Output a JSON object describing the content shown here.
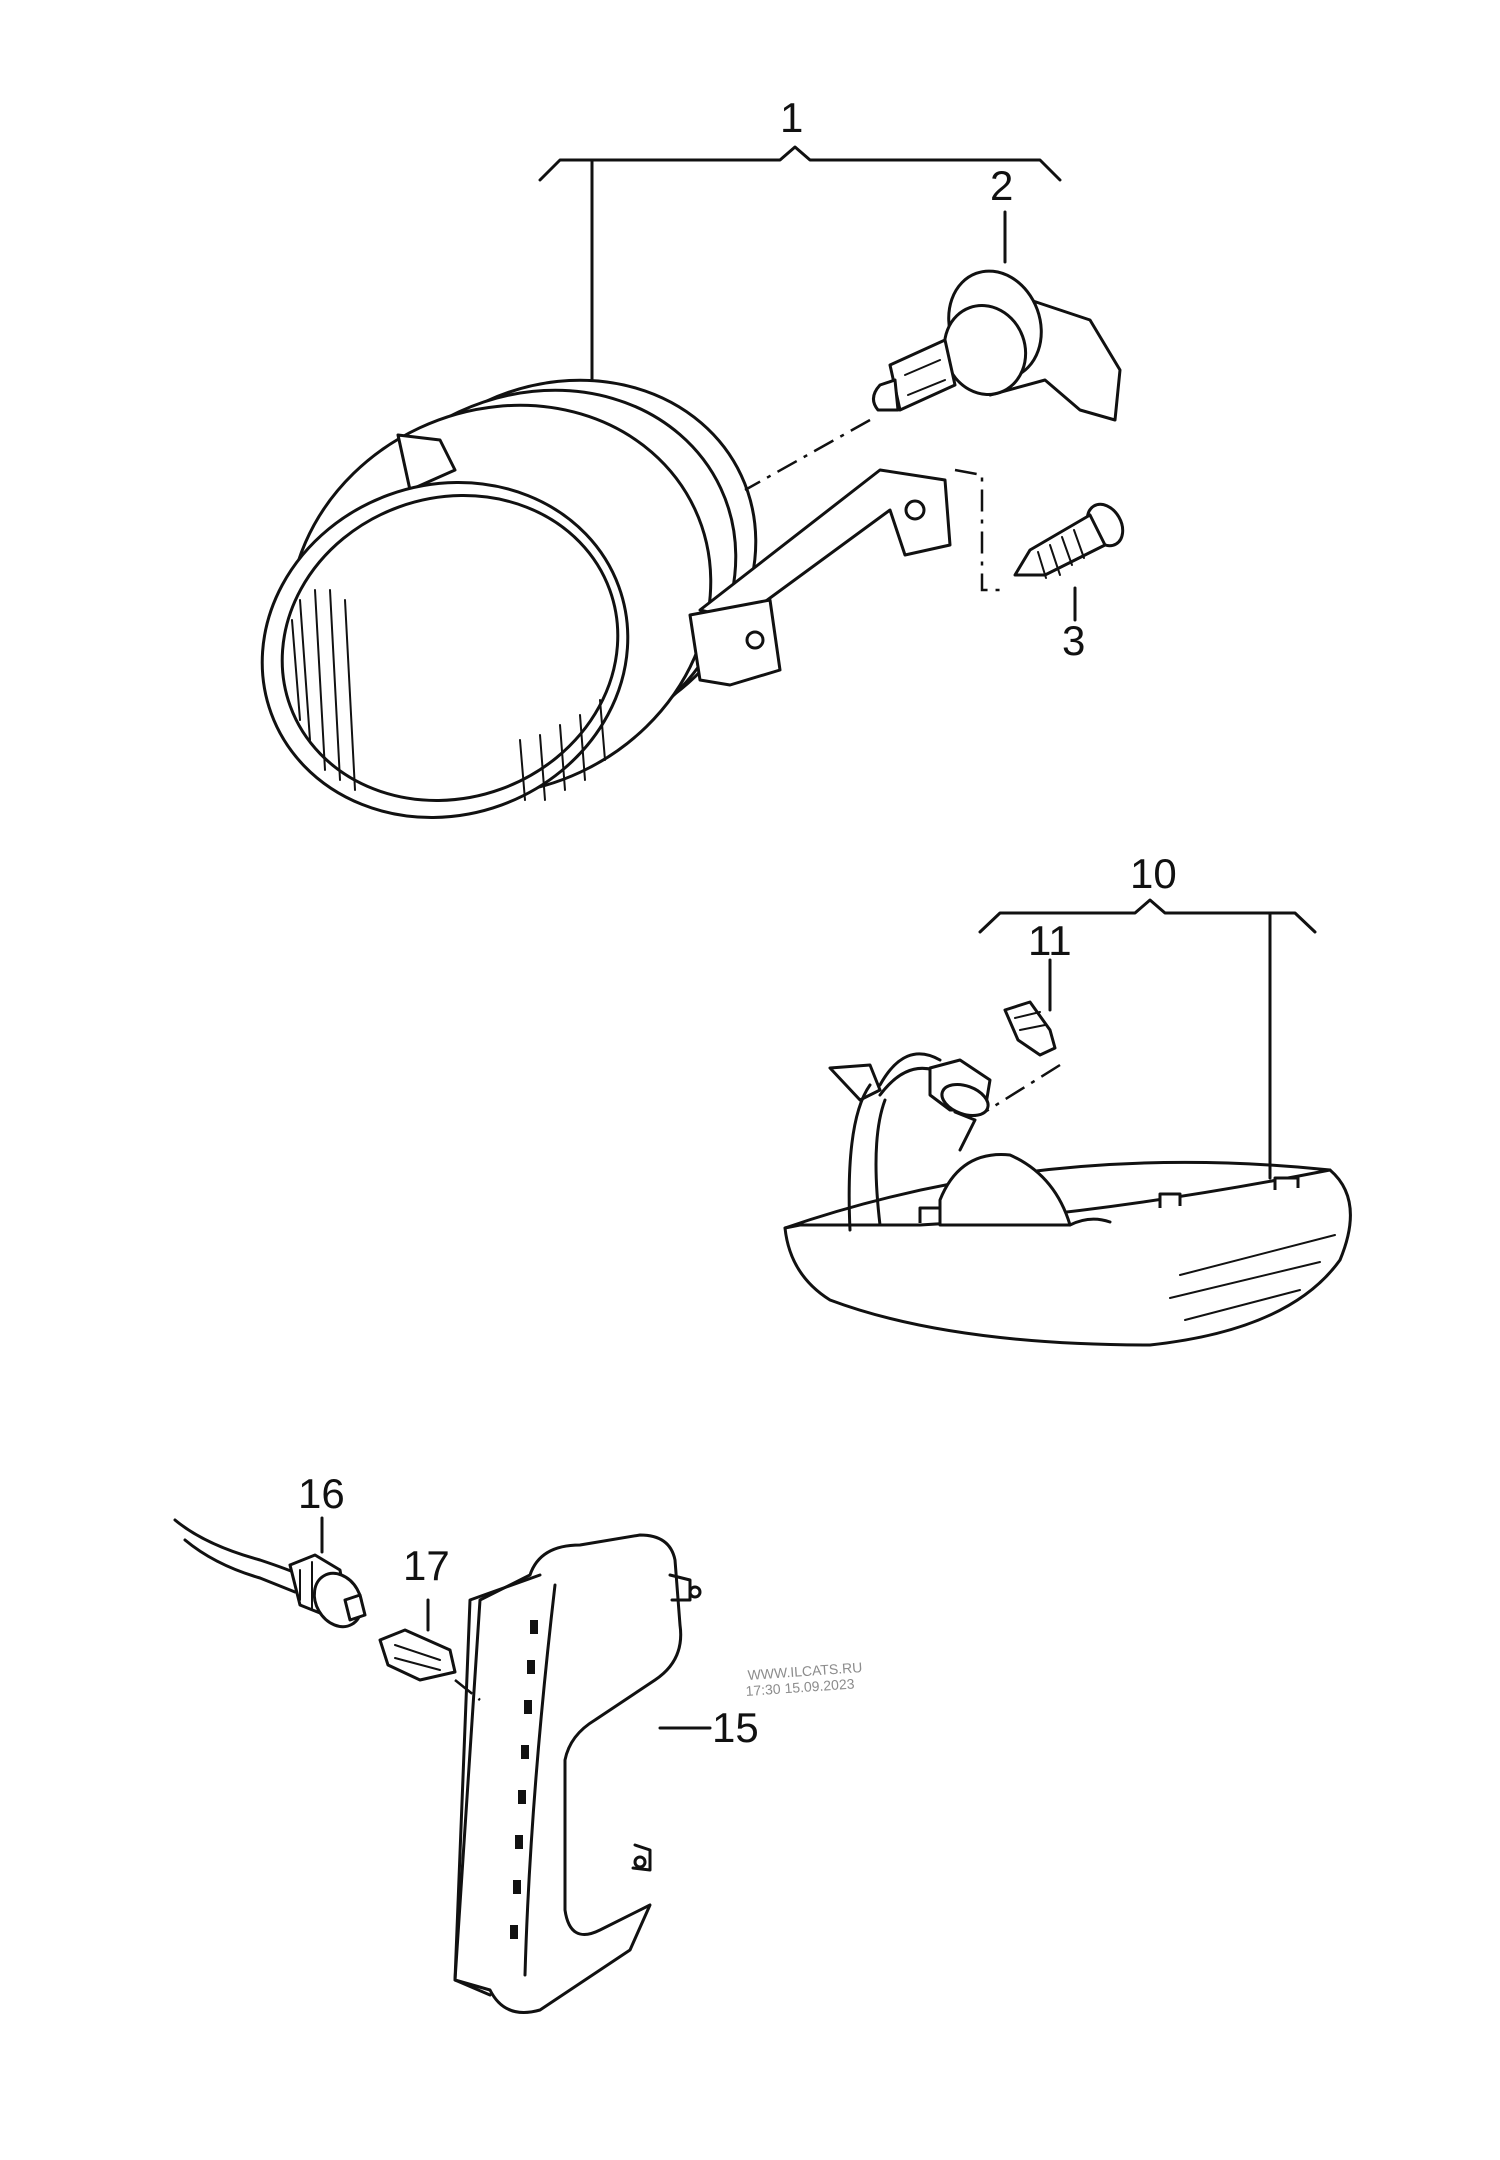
{
  "callouts": {
    "c1": "1",
    "c2": "2",
    "c3": "3",
    "c10": "10",
    "c11": "11",
    "c15": "15",
    "c16": "16",
    "c17": "17"
  },
  "watermark": {
    "line1": "WWW.ILCATS.RU",
    "line2": "17:30 15.09.2023"
  }
}
